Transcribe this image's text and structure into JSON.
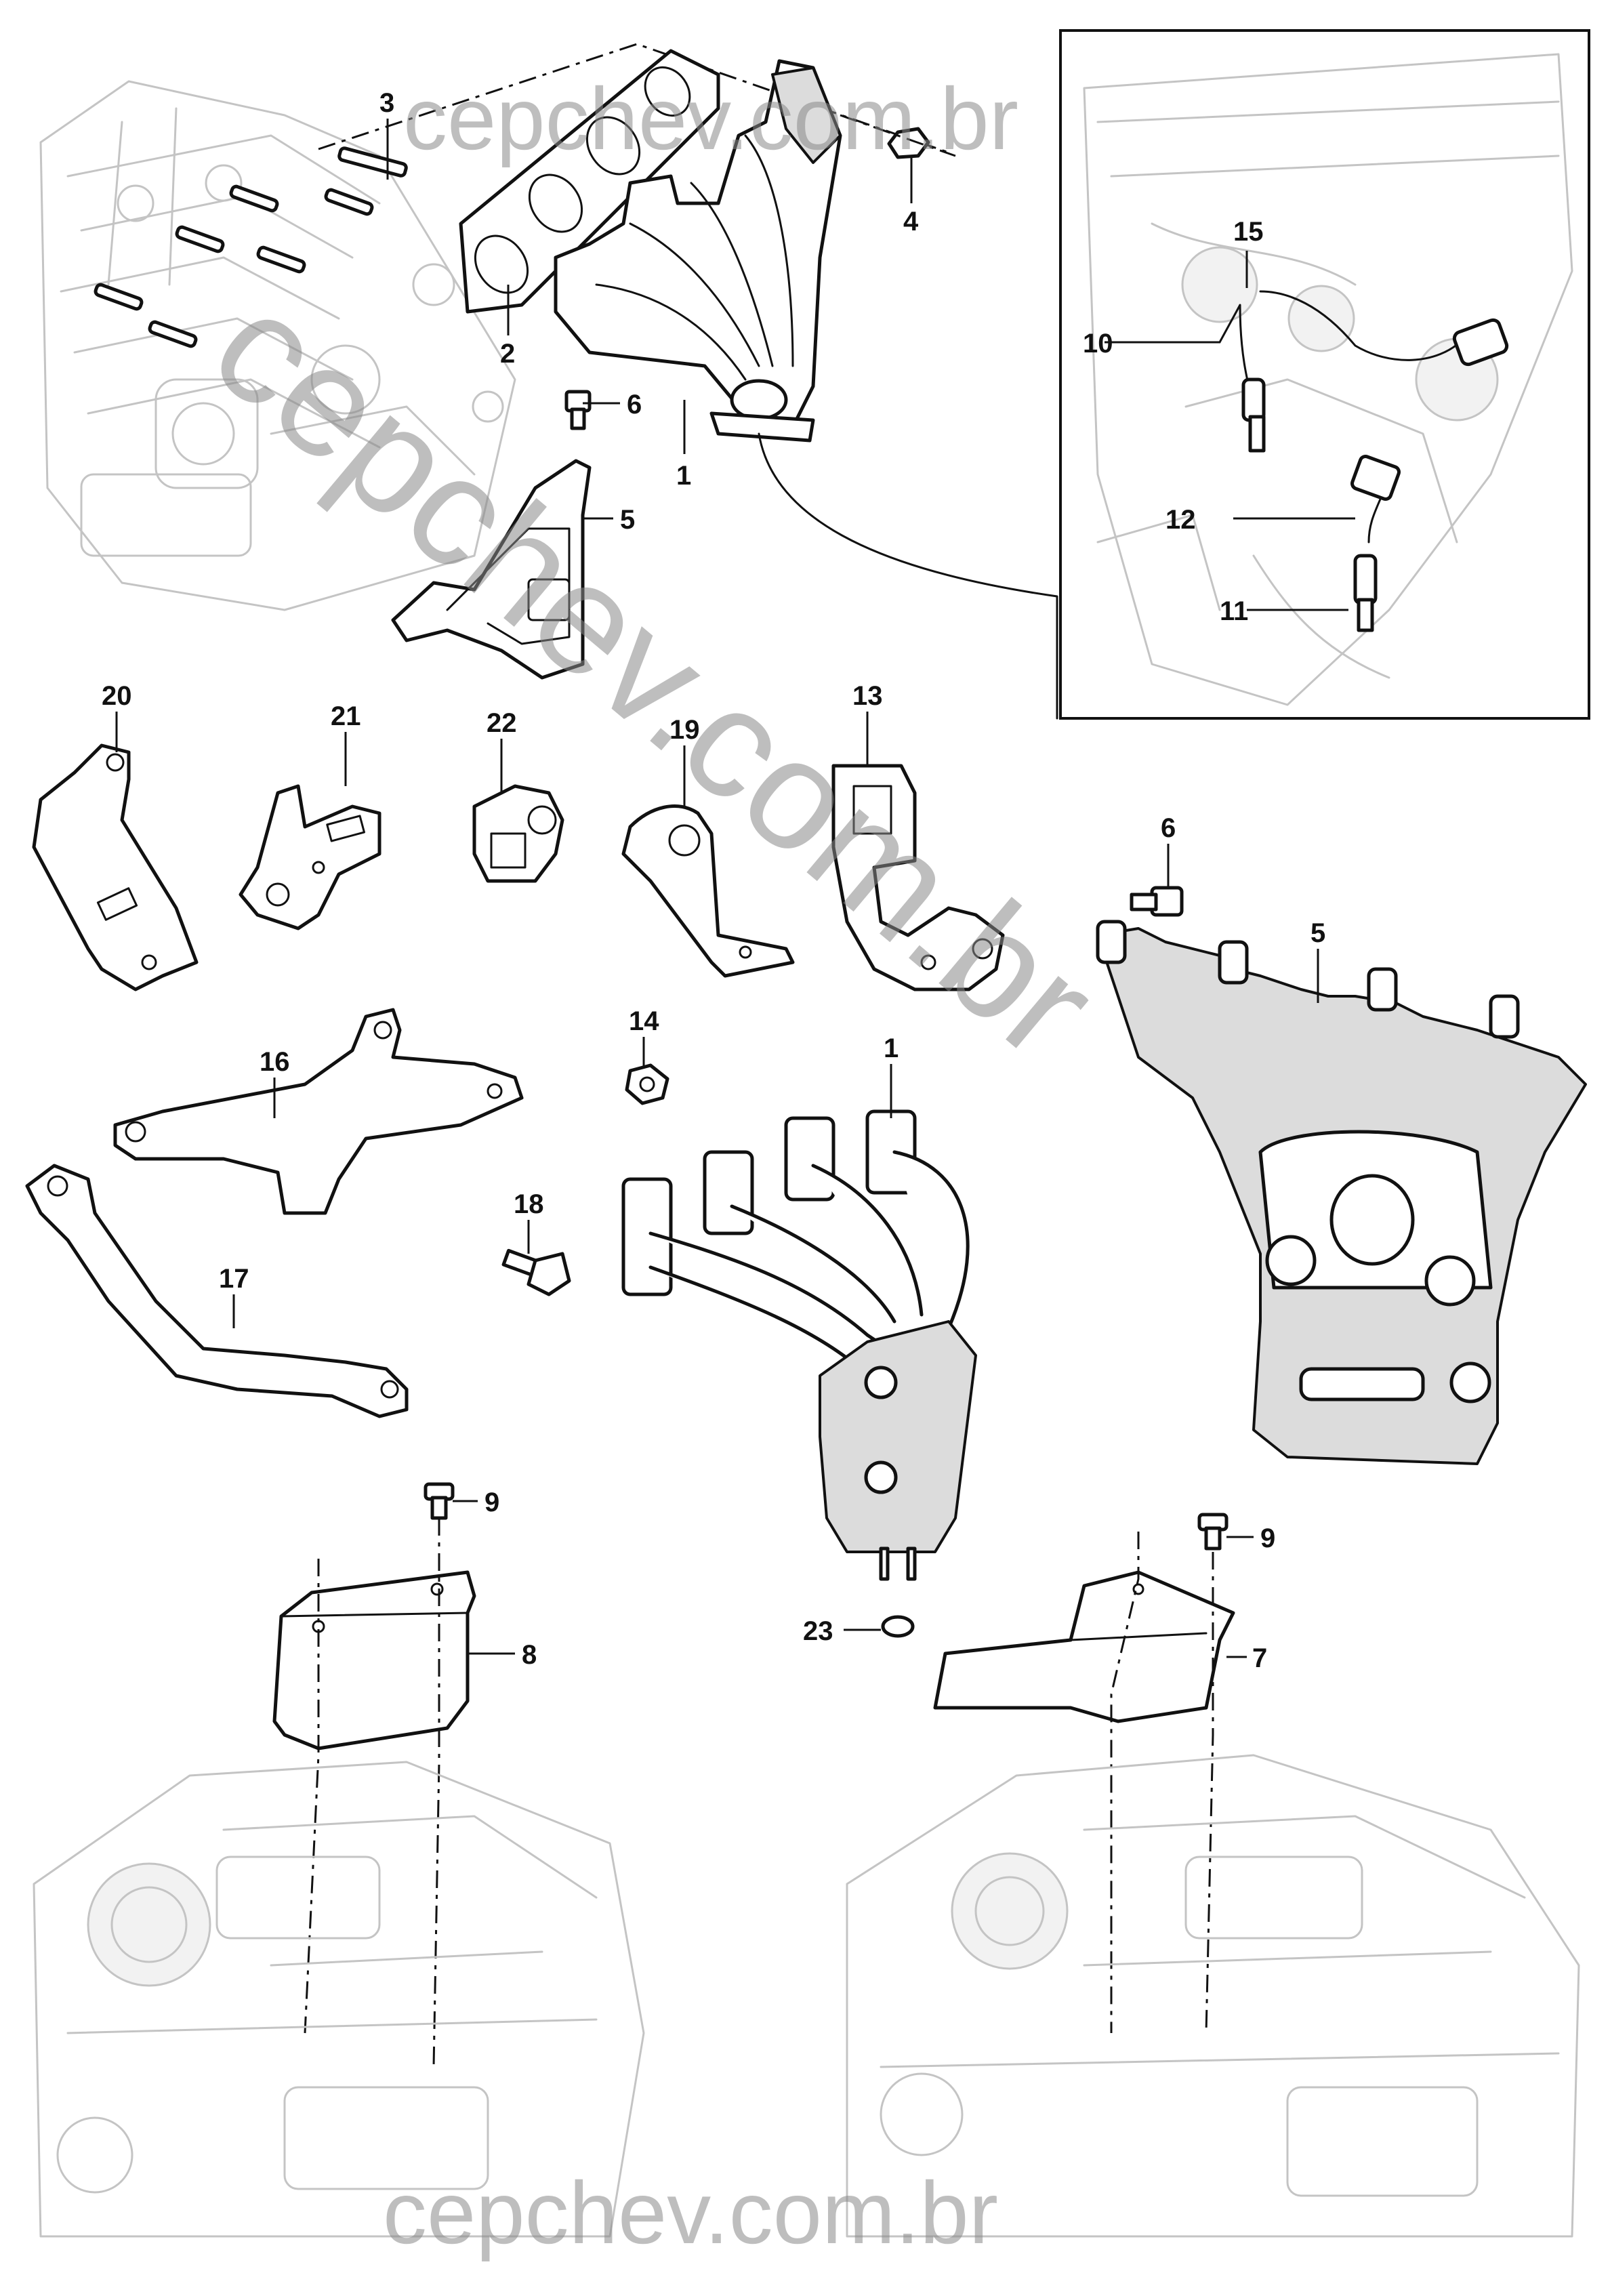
{
  "diagram": {
    "callouts": {
      "c1a": "1",
      "c1b": "1",
      "c2": "2",
      "c3": "3",
      "c4": "4",
      "c5a": "5",
      "c5b": "5",
      "c6a": "6",
      "c6b": "6",
      "c7": "7",
      "c8": "8",
      "c9a": "9",
      "c9b": "9",
      "c10": "10",
      "c11": "11",
      "c12": "12",
      "c13": "13",
      "c14": "14",
      "c15": "15",
      "c16": "16",
      "c17": "17",
      "c18": "18",
      "c19": "19",
      "c20": "20",
      "c21": "21",
      "c22": "22",
      "c23": "23"
    },
    "watermarks": {
      "top": "cepchev.com.br",
      "diagonal": "cepchev.com.br",
      "bottom": "cepchev.com.br"
    }
  }
}
